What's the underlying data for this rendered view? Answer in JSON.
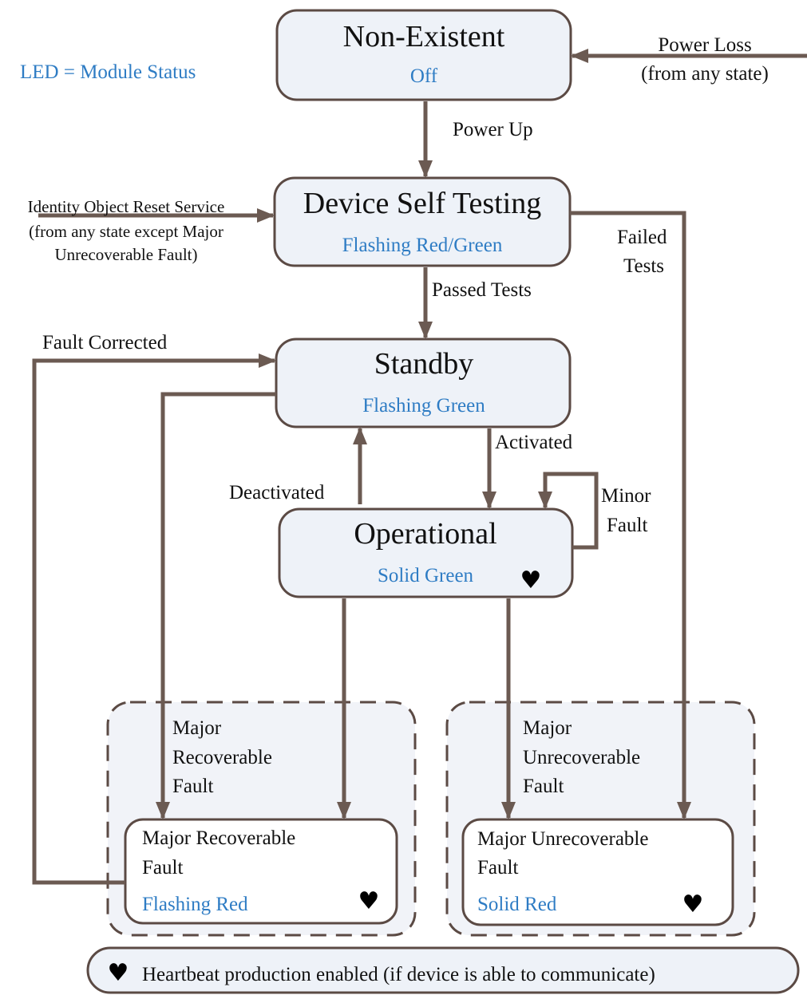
{
  "led_note": "LED = Module Status",
  "states": {
    "non_existent": {
      "title": "Non-Existent",
      "status": "Off"
    },
    "self_testing": {
      "title": "Device Self Testing",
      "status": "Flashing Red/Green"
    },
    "standby": {
      "title": "Standby",
      "status": "Flashing Green"
    },
    "operational": {
      "title": "Operational",
      "status": "Solid Green",
      "heartbeat": "♥"
    },
    "major_recoverable": {
      "title_line1": "Major Recoverable",
      "title_line2": "Fault",
      "status": "Flashing Red",
      "heartbeat": "♥"
    },
    "major_unrecoverable": {
      "title_line1": "Major Unrecoverable",
      "title_line2": "Fault",
      "status": "Solid Red",
      "heartbeat": "♥"
    }
  },
  "transitions": {
    "power_loss": [
      "Power Loss",
      "(from any state)"
    ],
    "power_up": "Power Up",
    "reset_service": [
      "Identity Object Reset Service",
      "(from any state except Major",
      "Unrecoverable Fault)"
    ],
    "failed_tests": [
      "Failed",
      "Tests"
    ],
    "passed_tests": "Passed Tests",
    "fault_corrected": "Fault Corrected",
    "activated": "Activated",
    "deactivated": "Deactivated",
    "minor_fault": [
      "Minor",
      "Fault"
    ],
    "major_recoverable_fault": [
      "Major",
      "Recoverable",
      "Fault"
    ],
    "major_unrecoverable_fault": [
      "Major",
      "Unrecoverable",
      "Fault"
    ]
  },
  "legend": {
    "symbol": "♥",
    "text": "Heartbeat production enabled (if device is able to communicate)"
  },
  "colors": {
    "line": "#6b5a52",
    "status_text": "#2e7cc4",
    "box_fill": "#eef2f8"
  }
}
